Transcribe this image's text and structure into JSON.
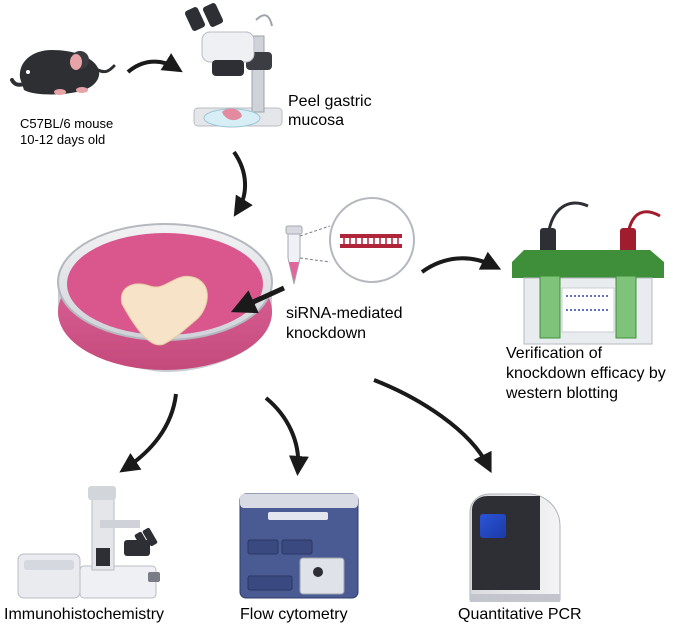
{
  "labels": {
    "mouse_line1": "C57BL/6 mouse",
    "mouse_line2": "10-12 days old",
    "peel_line1": "Peel gastric",
    "peel_line2": "mucosa",
    "sirna_line1": "siRNA-mediated",
    "sirna_line2": "knockdown",
    "wb_line1": "Verification of",
    "wb_line2": "knockdown efficacy by",
    "wb_line3": "western blotting",
    "ihc": "Immunohistochemistry",
    "flow": "Flow cytometry",
    "qpcr": "Quantitative PCR"
  },
  "colors": {
    "dish_pink": "#d9578d",
    "tissue": "#f7e3c8",
    "gel_green": "#3f8f3a",
    "sirna_red": "#b0243a",
    "arrow": "#1a1a1a",
    "instrument_blue": "#4a5b93"
  },
  "icons": [
    "mouse-icon",
    "stereo-microscope-icon",
    "petri-dish-icon",
    "tube-icon",
    "sirna-duplex-icon",
    "western-blot-tank-icon",
    "inverted-microscope-icon",
    "flow-cytometer-icon",
    "qpcr-machine-icon"
  ]
}
